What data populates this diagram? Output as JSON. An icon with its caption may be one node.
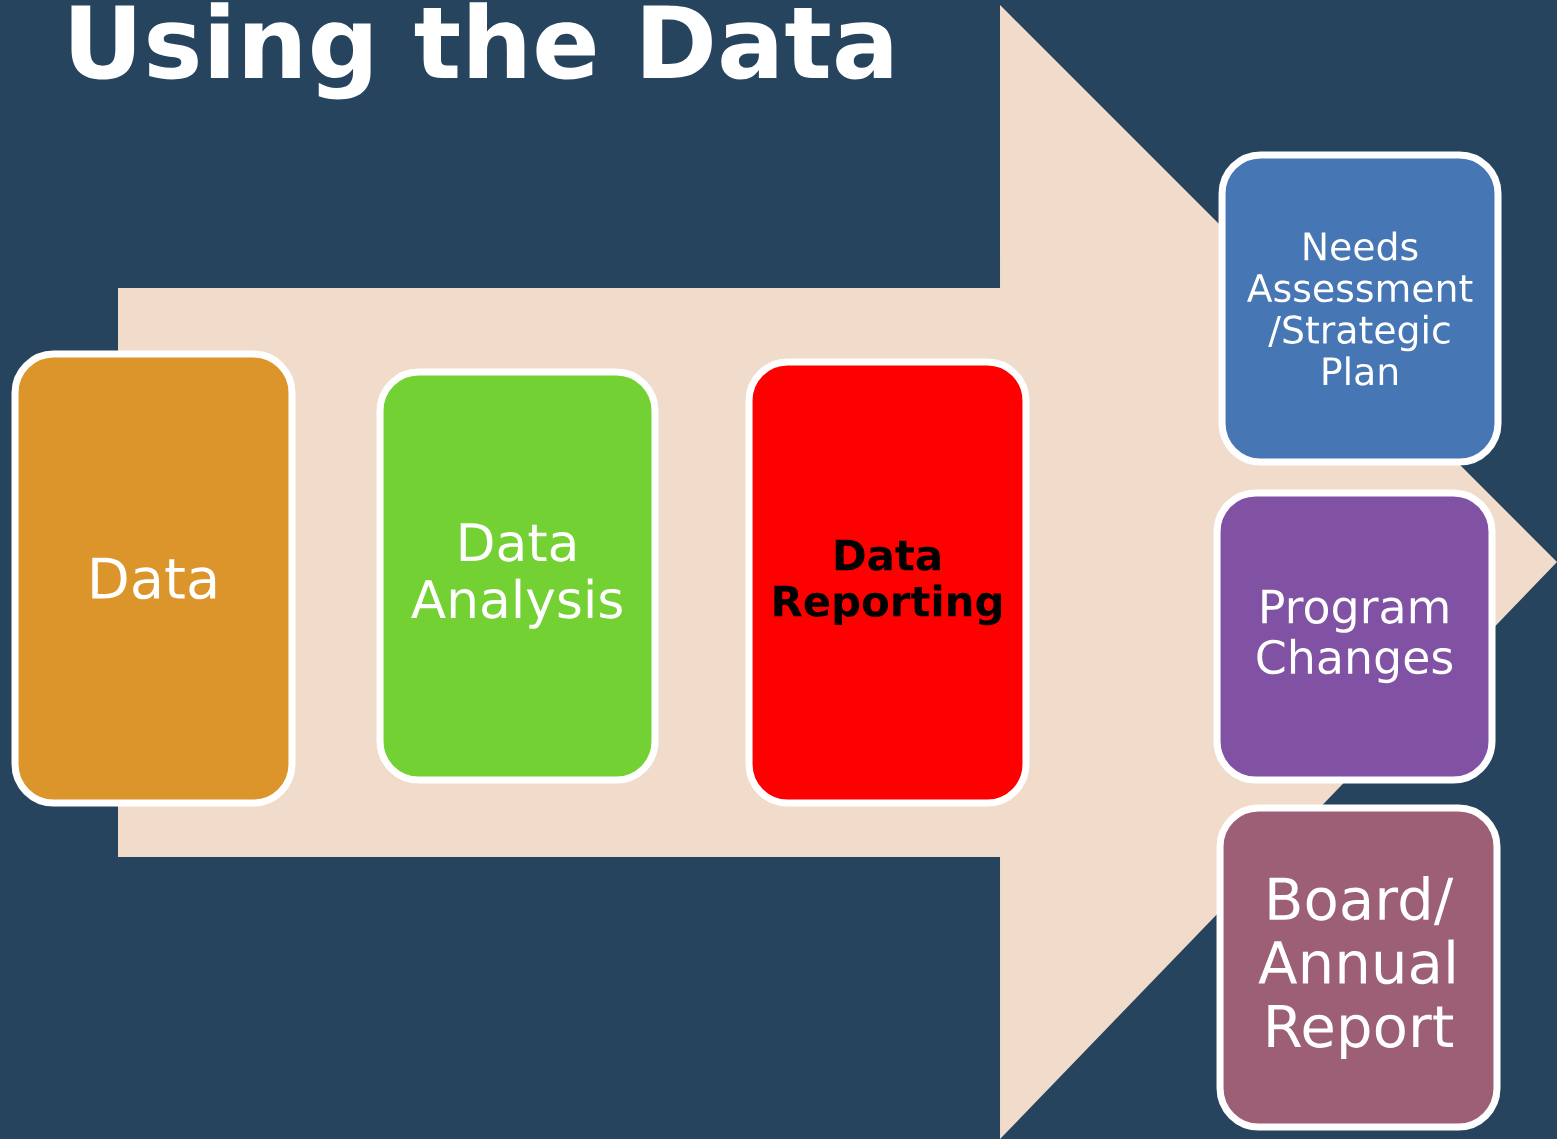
{
  "diagram": {
    "title": "Using the Data",
    "nodes": [
      {
        "text": [
          "Data"
        ]
      },
      {
        "text": [
          "Data Analysis"
        ]
      },
      {
        "text": [
          "Data Reporting"
        ]
      },
      {
        "text": [
          "Needs Assessment /Strategic Plan"
        ]
      },
      {
        "text": [
          "Program Changes"
        ]
      },
      {
        "text": [
          "Board/ Annual Report"
        ]
      }
    ]
  }
}
